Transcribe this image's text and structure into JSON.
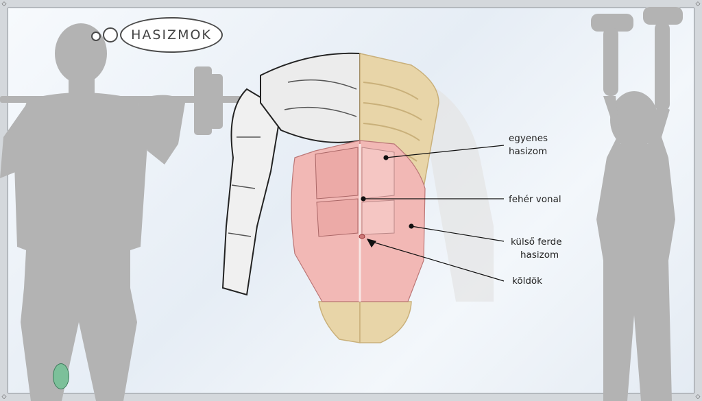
{
  "title": "HASIZMOK",
  "labels": {
    "rectus_line1": "egyenes",
    "rectus_line2": "hasizom",
    "linea_alba": "fehér vonal",
    "oblique_line1": "külső ferde",
    "oblique_line2": "hasizom",
    "navel": "köldök"
  },
  "colors": {
    "silhouette": "#b3b3b3",
    "muscle_pink": "#f2b8b5",
    "bone": "#e8d5a8",
    "muscle_grey": "#d9d9d9"
  }
}
